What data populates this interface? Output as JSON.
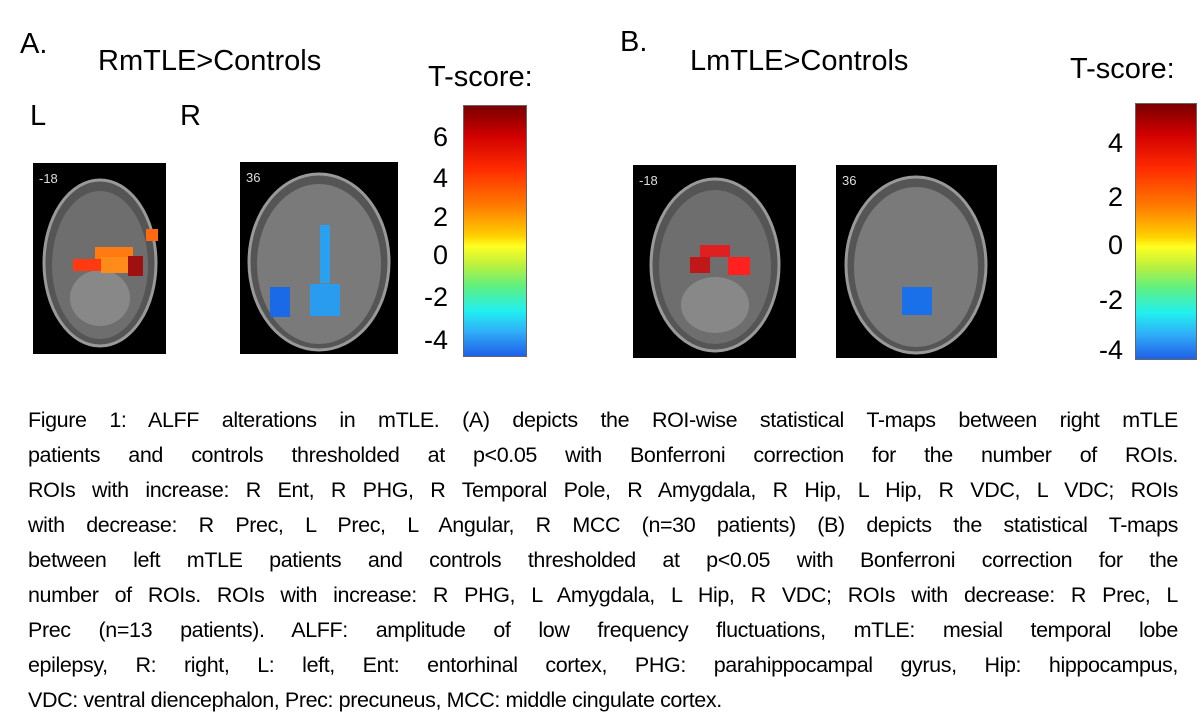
{
  "panel_a": {
    "label": "A.",
    "title": "RmTLE>Controls",
    "left_marker": "L",
    "right_marker": "R",
    "colorbar_title": "T-score:",
    "colorbar_ticks": [
      "6",
      "4",
      "2",
      "0",
      "-2",
      "-4"
    ],
    "slices": [
      "-18",
      "36"
    ]
  },
  "panel_b": {
    "label": "B.",
    "title": "LmTLE>Controls",
    "colorbar_title": "T-score:",
    "colorbar_ticks": [
      "4",
      "2",
      "0",
      "-2",
      "-4"
    ],
    "slices": [
      "-18",
      "36"
    ]
  },
  "caption_lines": [
    "Figure 1: ALFF alterations in mTLE. (A) depicts the ROI-wise statistical T-maps between right mTLE",
    "patients and controls thresholded at p<0.05 with Bonferroni correction for the number of ROIs.",
    "ROIs with increase: R Ent, R PHG, R Temporal Pole, R Amygdala, R Hip, L Hip, R VDC, L VDC; ROIs",
    "with decrease: R Prec, L Prec, L Angular, R MCC (n=30 patients) (B) depicts the statistical T-maps",
    "between left mTLE patients and controls thresholded at p<0.05 with Bonferroni correction for the",
    "number of ROIs. ROIs with increase: R PHG, L Amygdala, L Hip, R VDC; ROIs with decrease: R Prec, L",
    "Prec (n=13 patients). ALFF: amplitude of low frequency fluctuations, mTLE: mesial temporal lobe",
    "epilepsy, R: right, L: left, Ent: entorhinal cortex, PHG: parahippocampal gyrus, Hip: hippocampus,",
    "VDC: ventral diencephalon, Prec: precuneus, MCC: middle cingulate cortex."
  ]
}
